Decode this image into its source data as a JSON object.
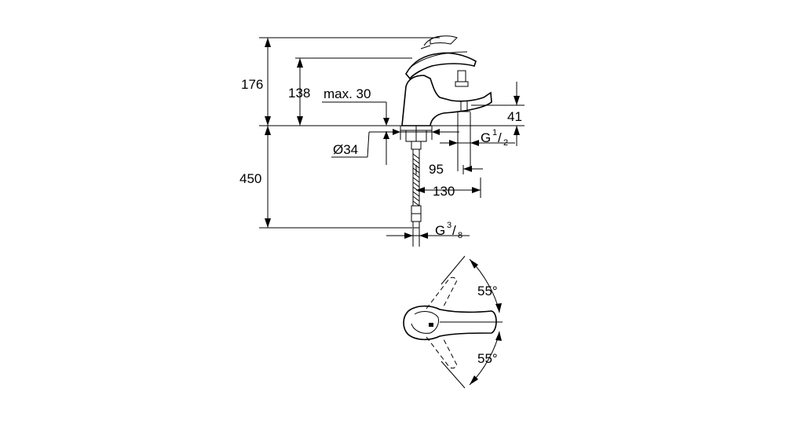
{
  "side_view": {
    "height_total": "176",
    "height_spout": "138",
    "deck_thickness": "max. 30",
    "hole_diameter": "Ø34",
    "hose_length": "450",
    "outlet_height": "41",
    "thread_outlet": {
      "prefix": "G",
      "num": "1",
      "den": "2"
    },
    "offset_1": "95",
    "offset_2": "130",
    "thread_hose": {
      "prefix": "G",
      "num": "3",
      "den": "8"
    }
  },
  "top_view": {
    "angle_up": "55°",
    "angle_down": "55°"
  }
}
